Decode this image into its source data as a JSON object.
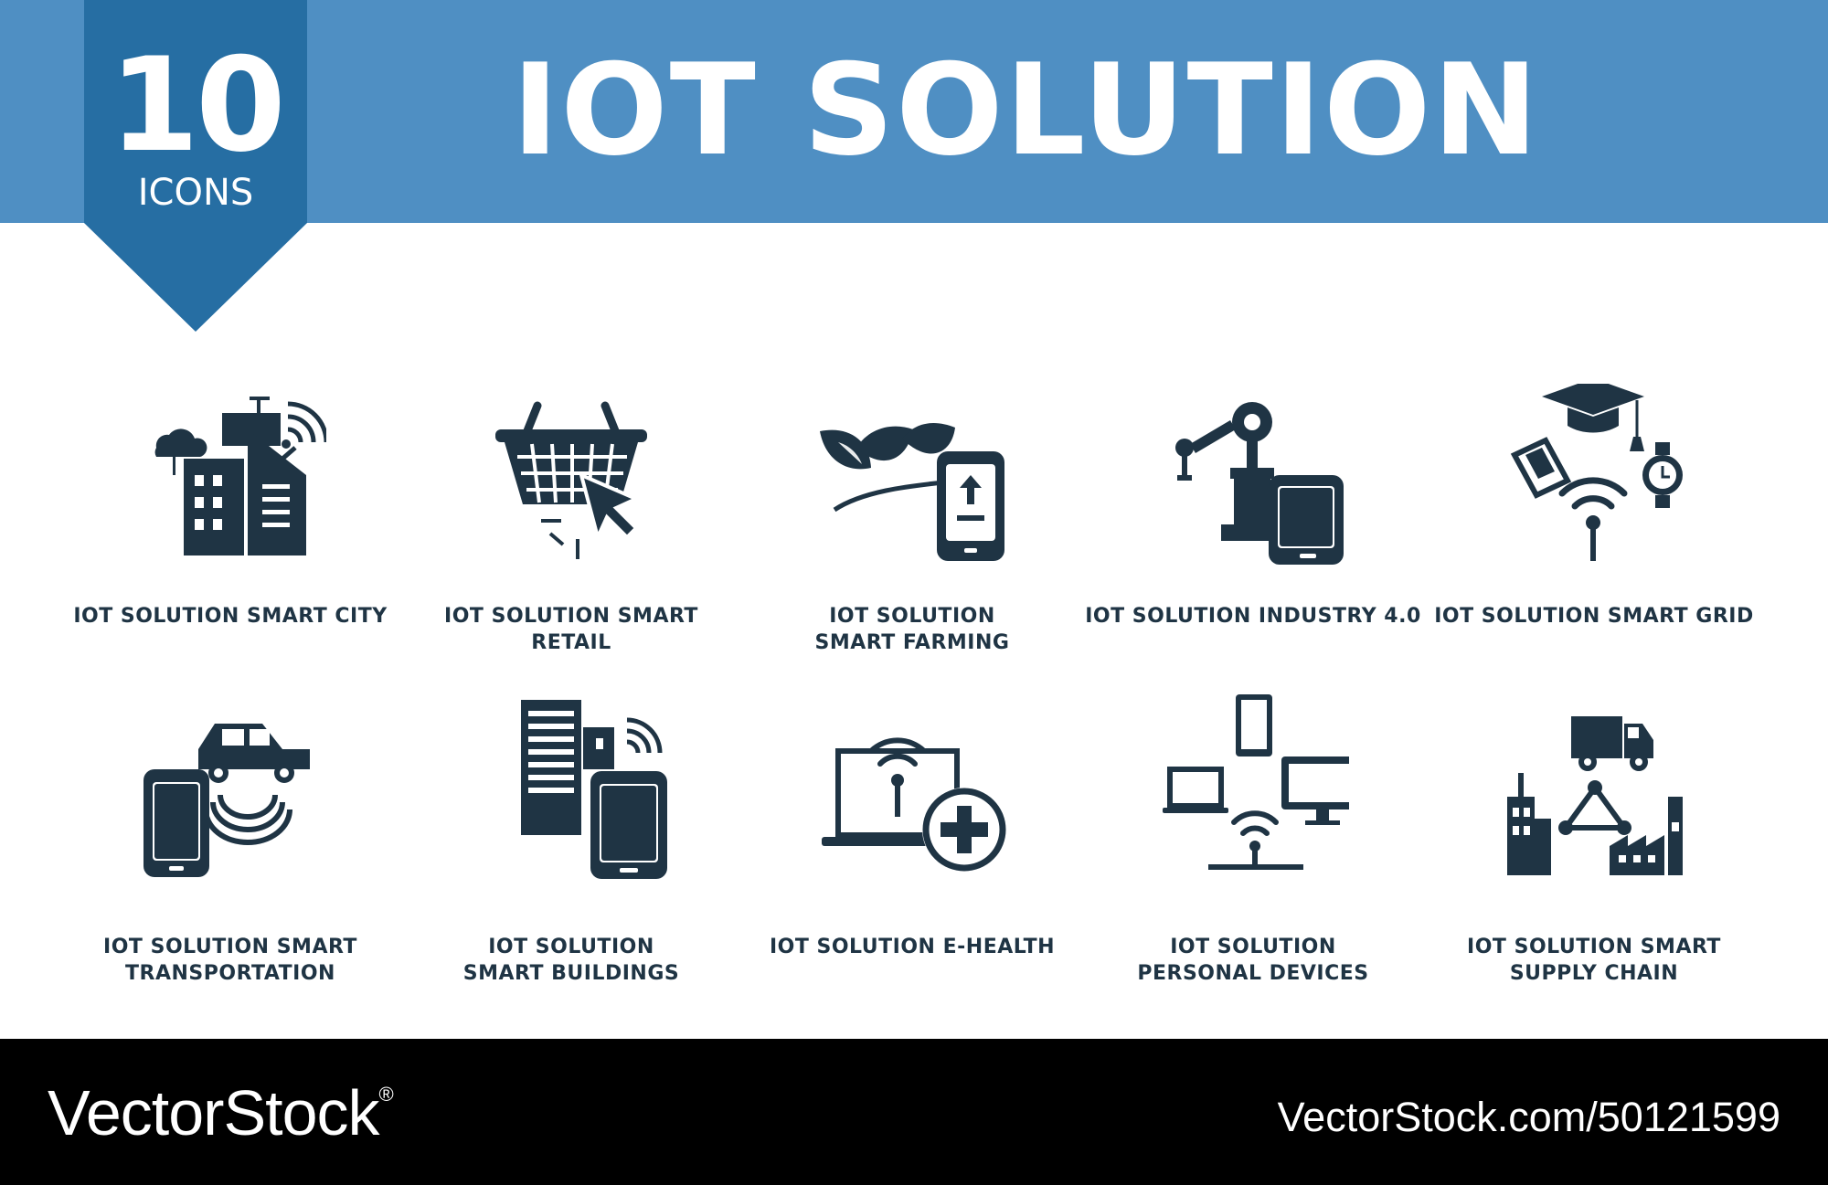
{
  "header": {
    "count": "10",
    "count_label": "ICONS",
    "title": "IOT SOLUTION"
  },
  "colors": {
    "banner": "#4f8fc3",
    "badge": "#266ea3",
    "icon": "#1f3444"
  },
  "icons": [
    {
      "icon": "smart-city-icon",
      "line1": "IOT SOLUTION SMART CITY",
      "line2": ""
    },
    {
      "icon": "smart-retail-icon",
      "line1": "IOT SOLUTION SMART RETAIL",
      "line2": ""
    },
    {
      "icon": "smart-farming-icon",
      "line1": "IOT SOLUTION",
      "line2": "SMART FARMING"
    },
    {
      "icon": "industry-icon",
      "line1": "IOT SOLUTION INDUSTRY 4.0",
      "line2": ""
    },
    {
      "icon": "smart-grid-icon",
      "line1": "IOT SOLUTION SMART GRID",
      "line2": ""
    },
    {
      "icon": "smart-transportation-icon",
      "line1": "IOT SOLUTION SMART",
      "line2": "TRANSPORTATION"
    },
    {
      "icon": "smart-buildings-icon",
      "line1": "IOT SOLUTION",
      "line2": "SMART BUILDINGS"
    },
    {
      "icon": "e-health-icon",
      "line1": "IOT SOLUTION E-HEALTH",
      "line2": ""
    },
    {
      "icon": "personal-devices-icon",
      "line1": "IOT SOLUTION",
      "line2": "PERSONAL DEVICES"
    },
    {
      "icon": "supply-chain-icon",
      "line1": "IOT SOLUTION SMART",
      "line2": "SUPPLY CHAIN"
    }
  ],
  "footer": {
    "brand": "VectorStock",
    "reg_mark": "®",
    "url": "VectorStock.com/50121599"
  }
}
